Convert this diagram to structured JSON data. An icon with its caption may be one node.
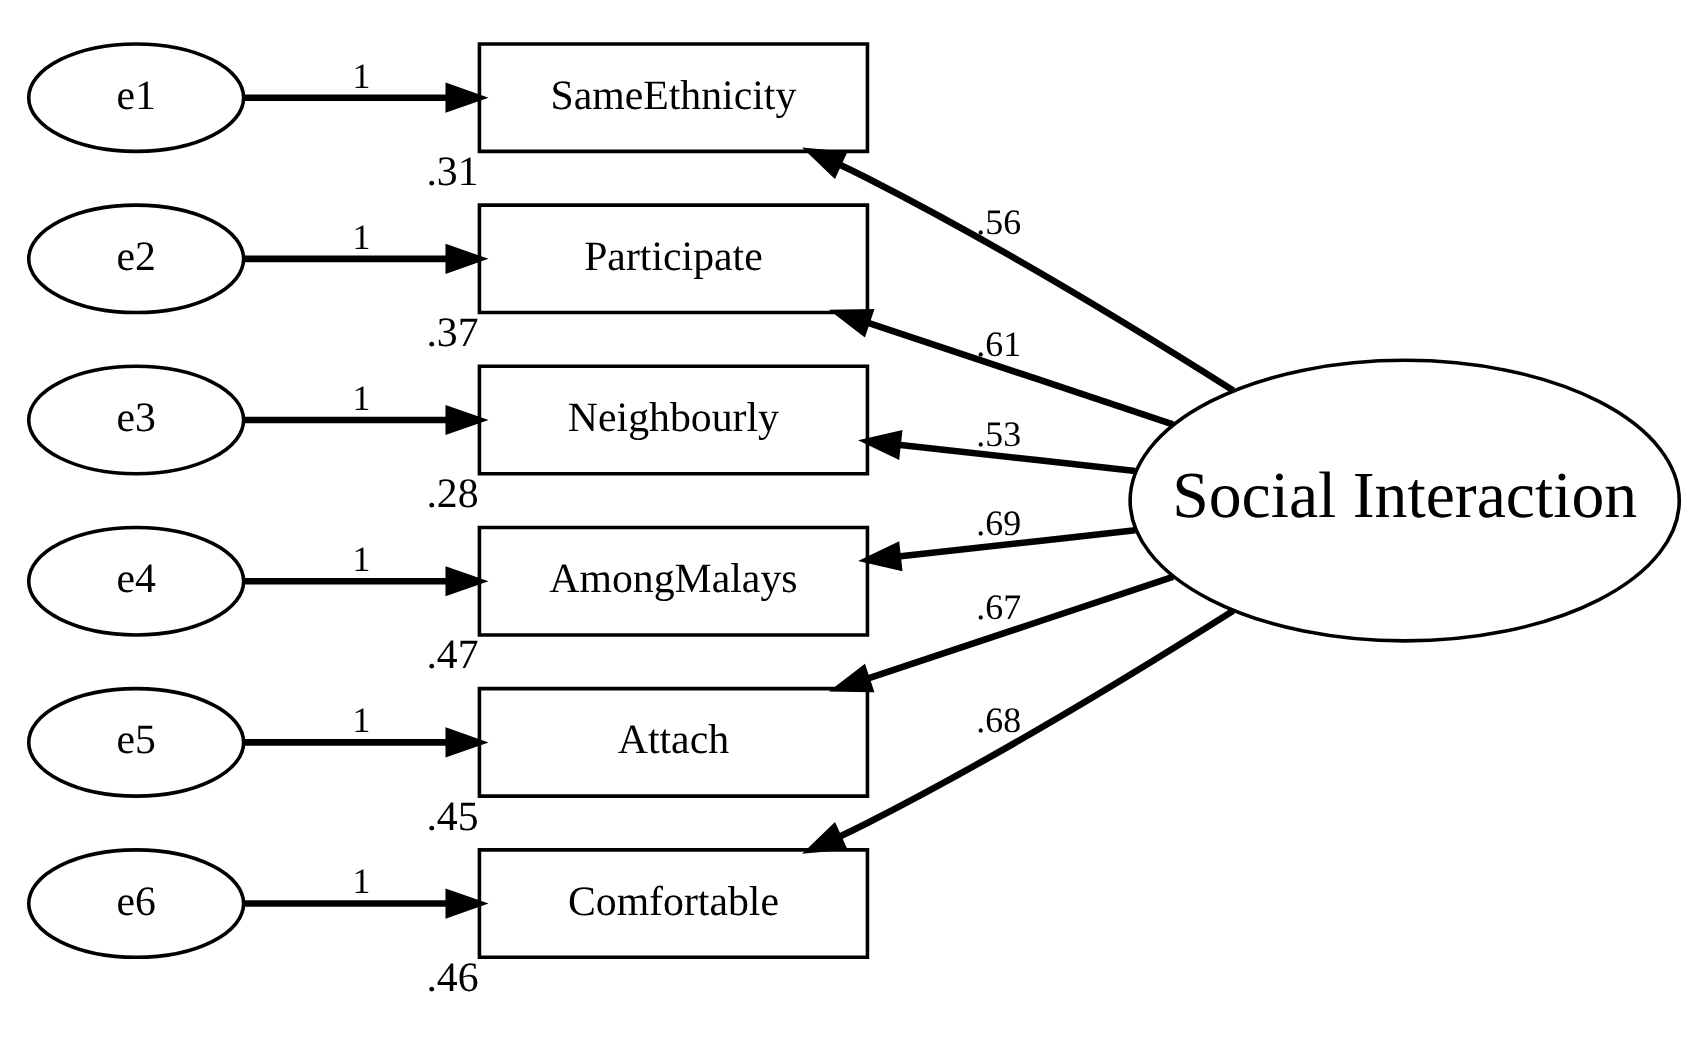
{
  "diagram": {
    "nodes": [
      {
        "text": [
          "e1"
        ]
      },
      {
        "text": [
          "SameEthnicity"
        ],
        "beside": [
          ".31"
        ]
      },
      {
        "text": [
          "e2"
        ]
      },
      {
        "text": [
          "Participate"
        ],
        "beside": [
          ".37"
        ]
      },
      {
        "text": [
          "e3"
        ]
      },
      {
        "text": [
          "Neighbourly"
        ],
        "beside": [
          ".28"
        ]
      },
      {
        "text": [
          "e4"
        ]
      },
      {
        "text": [
          "AmongMalays"
        ],
        "beside": [
          ".47"
        ]
      },
      {
        "text": [
          "e5"
        ]
      },
      {
        "text": [
          "Attach"
        ],
        "beside": [
          ".45"
        ]
      },
      {
        "text": [
          "e6"
        ]
      },
      {
        "text": [
          "Comfortable"
        ],
        "beside": [
          ".46"
        ]
      },
      {
        "text": [
          "Social Interaction"
        ]
      }
    ],
    "edges": [
      {
        "from": 0,
        "to": 1,
        "arrow": "to",
        "label": "1"
      },
      {
        "from": 2,
        "to": 3,
        "arrow": "to",
        "label": "1"
      },
      {
        "from": 4,
        "to": 5,
        "arrow": "to",
        "label": "1"
      },
      {
        "from": 6,
        "to": 7,
        "arrow": "to",
        "label": "1"
      },
      {
        "from": 8,
        "to": 9,
        "arrow": "to",
        "label": "1"
      },
      {
        "from": 10,
        "to": 11,
        "arrow": "to",
        "label": "1"
      },
      {
        "from": 12,
        "to": 1,
        "arrow": "to",
        "label": ".56"
      },
      {
        "from": 12,
        "to": 3,
        "arrow": "to",
        "label": ".61"
      },
      {
        "from": 12,
        "to": 5,
        "arrow": "to",
        "label": ".53"
      },
      {
        "from": 12,
        "to": 7,
        "arrow": "to",
        "label": ".69"
      },
      {
        "from": 12,
        "to": 9,
        "arrow": "to",
        "label": ".67"
      },
      {
        "from": 12,
        "to": 11,
        "arrow": "to",
        "label": ".68"
      }
    ]
  }
}
